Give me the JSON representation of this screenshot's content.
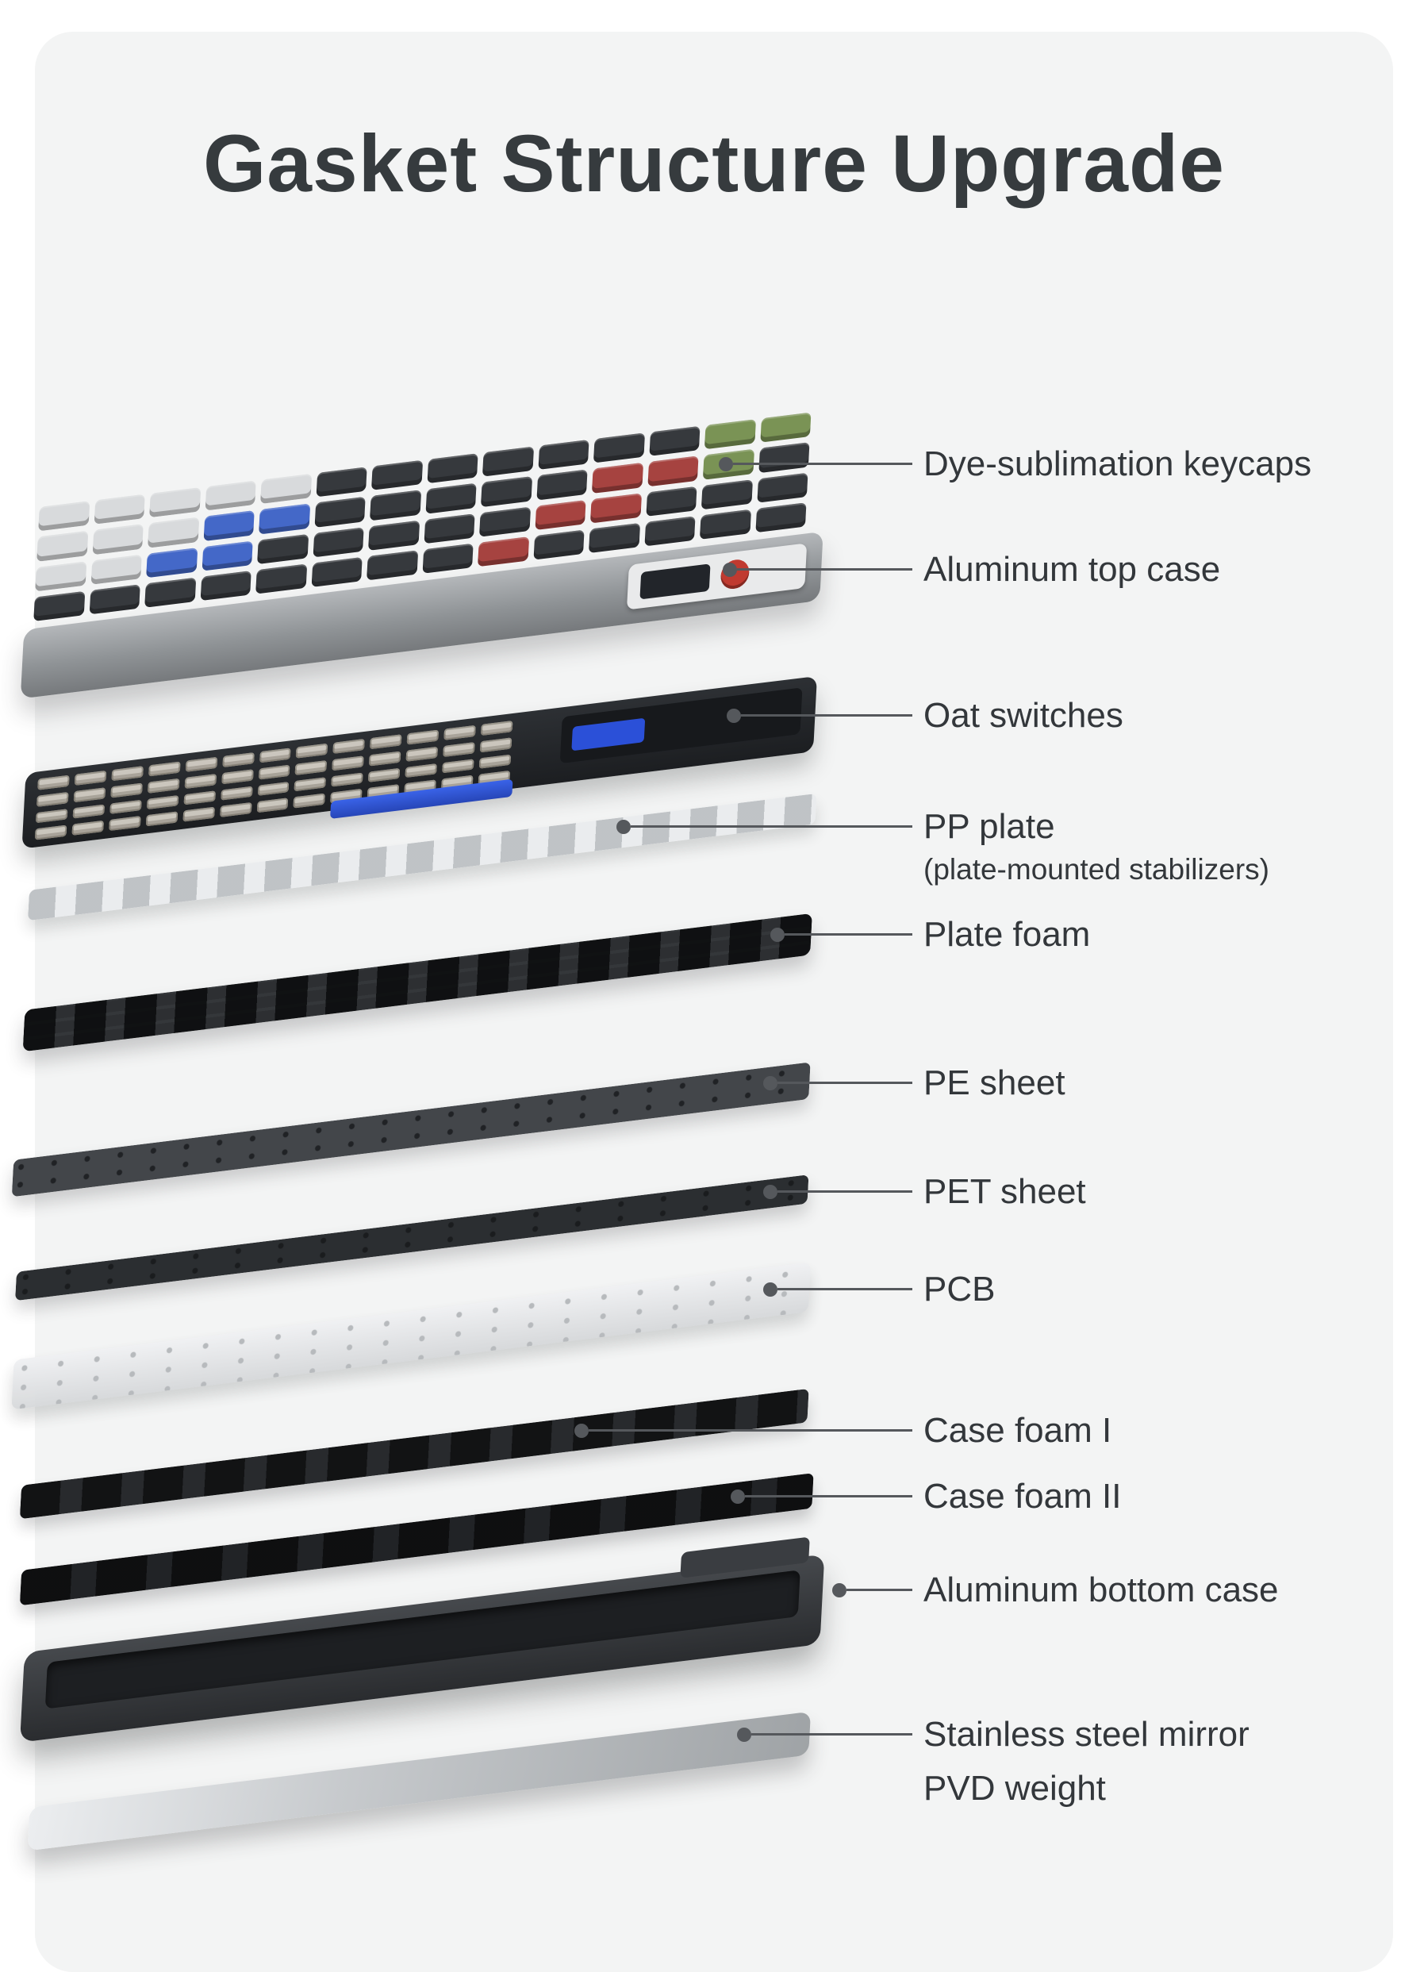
{
  "page": {
    "title": "Gasket Structure Upgrade",
    "background_color": "#ffffff",
    "card_color": "#f3f4f4",
    "text_color": "#33373b",
    "leader_color": "#55585c"
  },
  "labels": [
    {
      "label": "Dye-sublimation keycaps"
    },
    {
      "label": "Aluminum top case"
    },
    {
      "label": "Oat switches"
    },
    {
      "label": "PP plate",
      "sub": "(plate-mounted stabilizers)"
    },
    {
      "label": "Plate foam"
    },
    {
      "label": "PE sheet"
    },
    {
      "label": "PET sheet"
    },
    {
      "label": "PCB"
    },
    {
      "label": "Case foam I"
    },
    {
      "label": "Case foam II"
    },
    {
      "label": "Aluminum bottom case"
    },
    {
      "label": "Stainless steel mirror",
      "line2": "PVD weight"
    }
  ],
  "illustration": {
    "keycaps": {
      "palette": {
        "L": "#d8dadc",
        "D": "#36393d",
        "B": "#4468c8",
        "R": "#a64340",
        "G": "#7a9355"
      },
      "rows": [
        [
          "L",
          "L",
          "L",
          "L",
          "L",
          "D",
          "D",
          "D",
          "D",
          "D",
          "D",
          "D",
          "G",
          "G"
        ],
        [
          "L",
          "L",
          "L",
          "B",
          "B",
          "D",
          "D",
          "D",
          "D",
          "D",
          "R",
          "R",
          "G",
          "D"
        ],
        [
          "L",
          "L",
          "B",
          "B",
          "D",
          "D",
          "D",
          "D",
          "D",
          "R",
          "R",
          "D",
          "D",
          "D"
        ],
        [
          "D",
          "D",
          "D",
          "D",
          "D",
          "D",
          "D",
          "D",
          "R",
          "D",
          "D",
          "D",
          "D",
          "D"
        ]
      ]
    },
    "switches": {
      "rows": 4,
      "cols": 13,
      "cap_color": "#d9d4ca",
      "base_color": "#24262a",
      "accent_blue": "#2f55dd"
    },
    "knob_color": "#c03a30"
  }
}
